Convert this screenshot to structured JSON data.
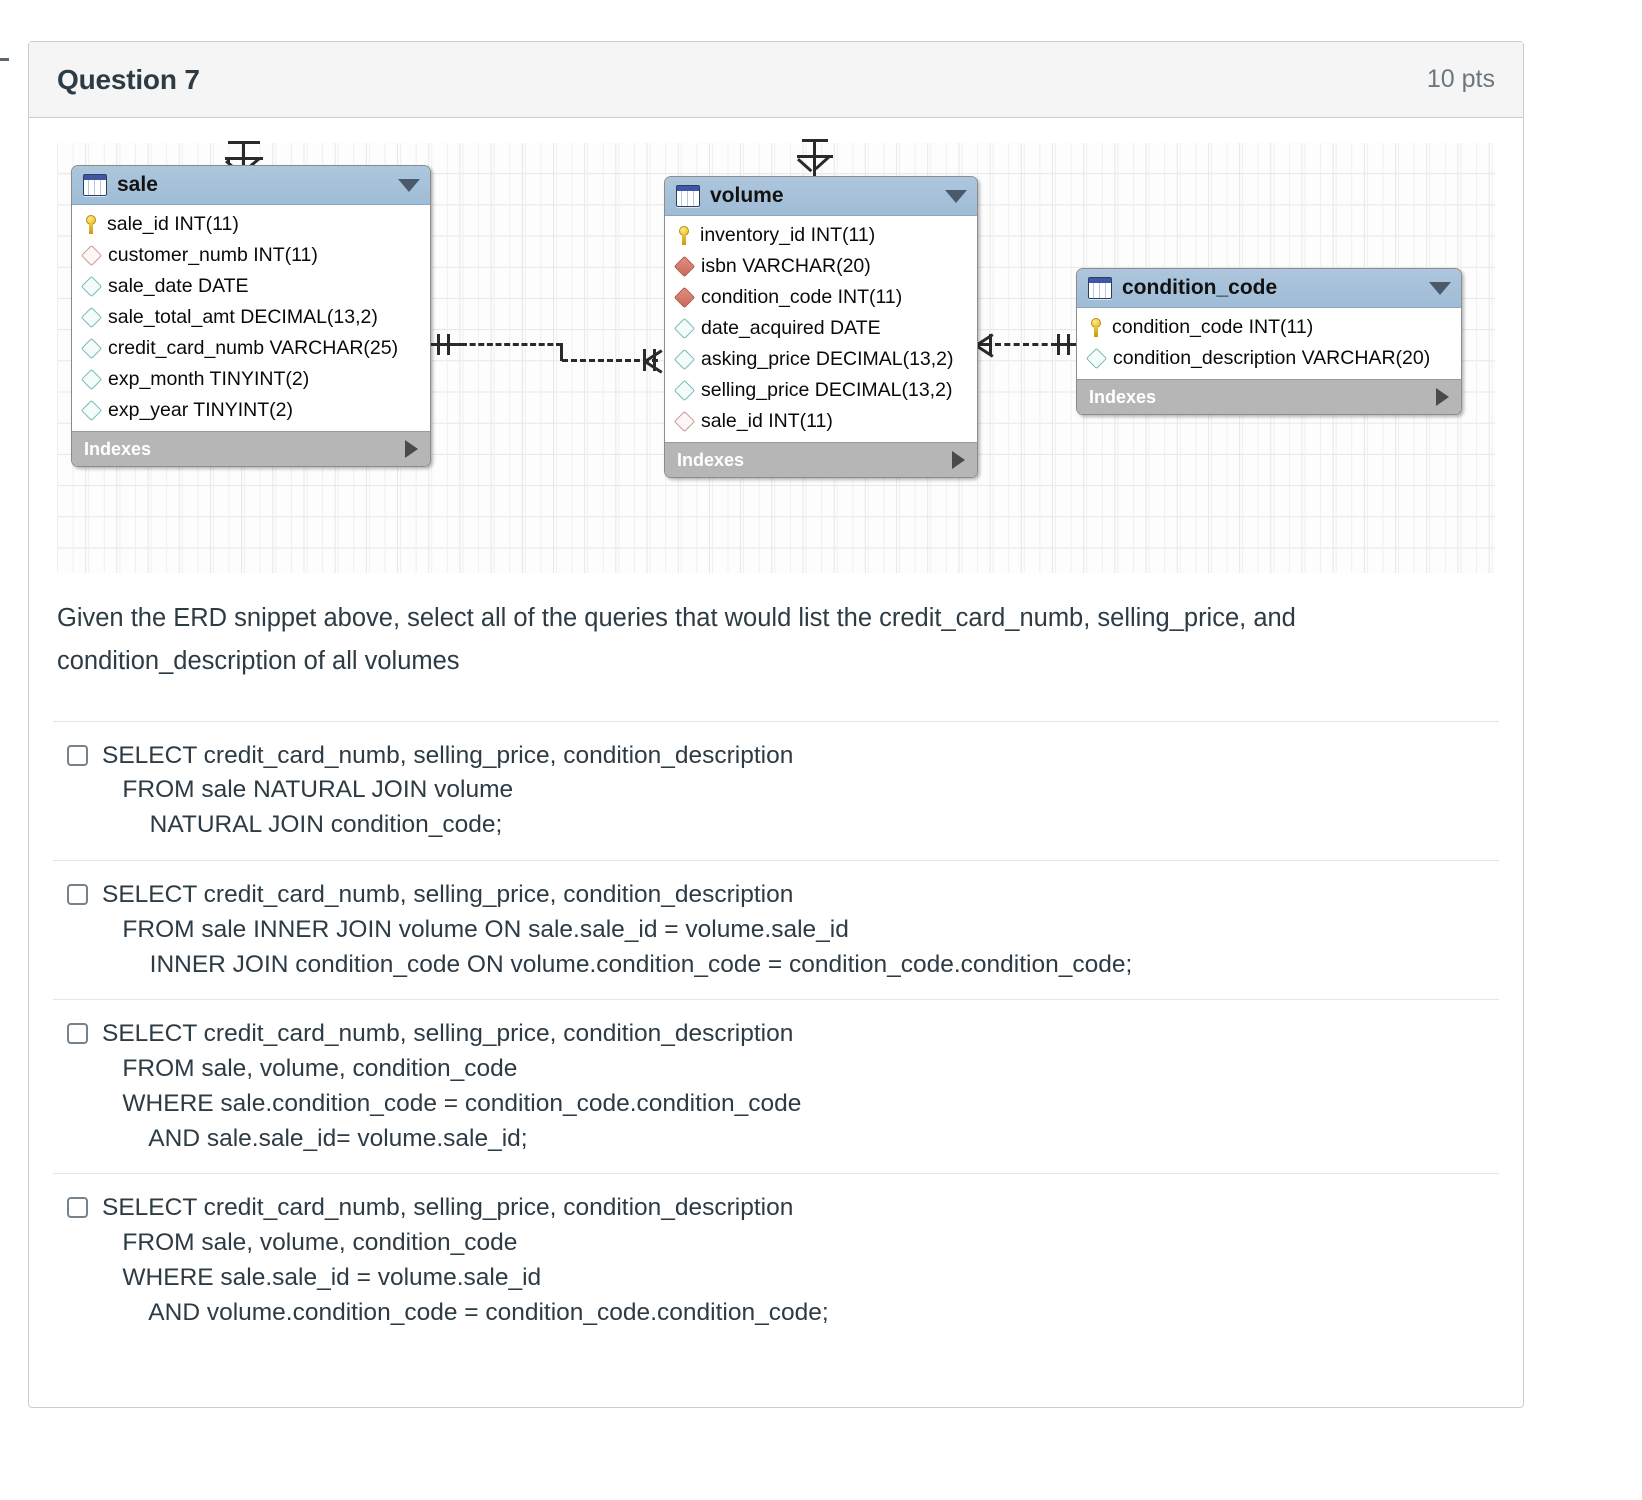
{
  "question": {
    "title": "Question 7",
    "points": "10 pts",
    "prompt": "Given the ERD snippet above, select all of the queries that would list the credit_card_numb, selling_price, and condition_description of all volumes"
  },
  "erd": {
    "indexes_label": "Indexes",
    "tables": [
      {
        "name": "sale",
        "columns": [
          {
            "key": "pk",
            "text": "sale_id INT(11)"
          },
          {
            "key": "fk-pale",
            "text": "customer_numb INT(11)"
          },
          {
            "key": "plain",
            "text": "sale_date DATE"
          },
          {
            "key": "plain",
            "text": "sale_total_amt DECIMAL(13,2)"
          },
          {
            "key": "plain",
            "text": "credit_card_numb VARCHAR(25)"
          },
          {
            "key": "plain",
            "text": "exp_month TINYINT(2)"
          },
          {
            "key": "plain",
            "text": "exp_year TINYINT(2)"
          }
        ]
      },
      {
        "name": "volume",
        "columns": [
          {
            "key": "pk",
            "text": "inventory_id INT(11)"
          },
          {
            "key": "fk",
            "text": "isbn VARCHAR(20)"
          },
          {
            "key": "fk",
            "text": "condition_code INT(11)"
          },
          {
            "key": "plain",
            "text": "date_acquired DATE"
          },
          {
            "key": "plain",
            "text": "asking_price DECIMAL(13,2)"
          },
          {
            "key": "plain",
            "text": "selling_price DECIMAL(13,2)"
          },
          {
            "key": "fk-pale",
            "text": "sale_id INT(11)"
          }
        ]
      },
      {
        "name": "condition_code",
        "columns": [
          {
            "key": "pk",
            "text": "condition_code INT(11)"
          },
          {
            "key": "plain",
            "text": "condition_description VARCHAR(20)"
          }
        ]
      }
    ]
  },
  "answers": [
    {
      "text": "SELECT credit_card_numb, selling_price, condition_description\n   FROM sale NATURAL JOIN volume\n       NATURAL JOIN condition_code;",
      "checked": false
    },
    {
      "text": "SELECT credit_card_numb, selling_price, condition_description\n   FROM sale INNER JOIN volume ON sale.sale_id = volume.sale_id\n       INNER JOIN condition_code ON volume.condition_code = condition_code.condition_code;",
      "checked": false
    },
    {
      "text": "SELECT credit_card_numb, selling_price, condition_description\n   FROM sale, volume, condition_code\n   WHERE sale.condition_code = condition_code.condition_code\n       AND sale.sale_id= volume.sale_id;",
      "checked": false
    },
    {
      "text": "SELECT credit_card_numb, selling_price, condition_description\n   FROM sale, volume, condition_code\n   WHERE sale.sale_id = volume.sale_id\n       AND volume.condition_code = condition_code.condition_code;",
      "checked": false
    }
  ],
  "colors": {
    "header_bg": "#f5f5f5",
    "text": "#2d3b45",
    "table_header": "#a5c0d8",
    "indexes_bar": "#b6b6b6"
  }
}
